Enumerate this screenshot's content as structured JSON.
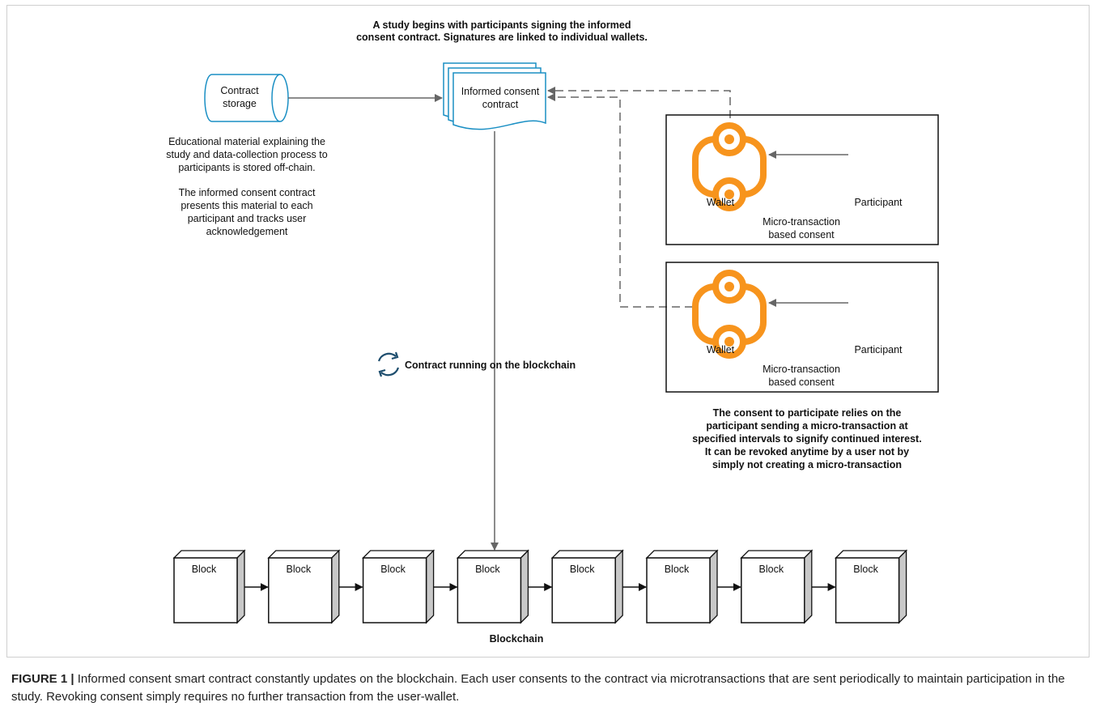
{
  "top_note": [
    "A study begins with participants signing the informed",
    "consent contract. Signatures are linked to individual wallets."
  ],
  "contract_storage": {
    "label_line1": "Contract",
    "label_line2": "storage"
  },
  "contract_doc": {
    "label_line1": "Informed consent",
    "label_line2": "contract"
  },
  "left_notes": {
    "para1": [
      "Educational material explaining the",
      "study and data-collection process to",
      "participants is stored off-chain."
    ],
    "para2": [
      "The informed consent contract",
      "presents this material to each",
      "participant and tracks user",
      "acknowledgement"
    ]
  },
  "consent_panels": [
    {
      "wallet_label": "Wallet",
      "participant_label": "Participant",
      "caption_line1": "Micro-transaction",
      "caption_line2": "based consent"
    },
    {
      "wallet_label": "Wallet",
      "participant_label": "Participant",
      "caption_line1": "Micro-transaction",
      "caption_line2": "based consent"
    }
  ],
  "right_note": [
    "The consent to participate relies on the",
    "participant sending a micro-transaction at",
    "specified intervals to signify continued interest.",
    "It can be revoked anytime by a user not by",
    "simply not creating a micro-transaction"
  ],
  "contract_running": "Contract running on the blockchain",
  "blocks": [
    "Block",
    "Block",
    "Block",
    "Block",
    "Block",
    "Block",
    "Block",
    "Block"
  ],
  "blockchain_label": "Blockchain",
  "caption": {
    "label": "FIGURE 1 |",
    "text": " Informed consent smart contract constantly updates on the blockchain. Each user consents to the contract via microtransactions that are sent periodically to maintain participation in the study. Revoking consent simply requires no further transaction from the user-wallet."
  },
  "colors": {
    "accent_blue": "#1a8fc4",
    "wallet_orange": "#f7941d",
    "arrow_gray": "#666666",
    "refresh_navy": "#1e4e6e"
  }
}
